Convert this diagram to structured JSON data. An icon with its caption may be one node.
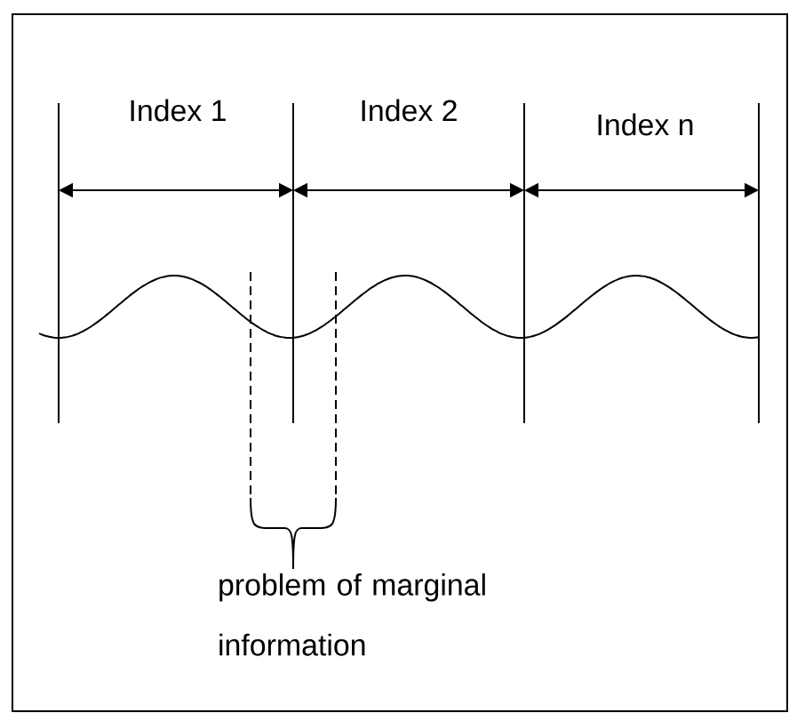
{
  "diagram": {
    "labels": [
      "Index 1",
      "Index 2",
      "Index n",
      "problem of marginal information"
    ]
  }
}
